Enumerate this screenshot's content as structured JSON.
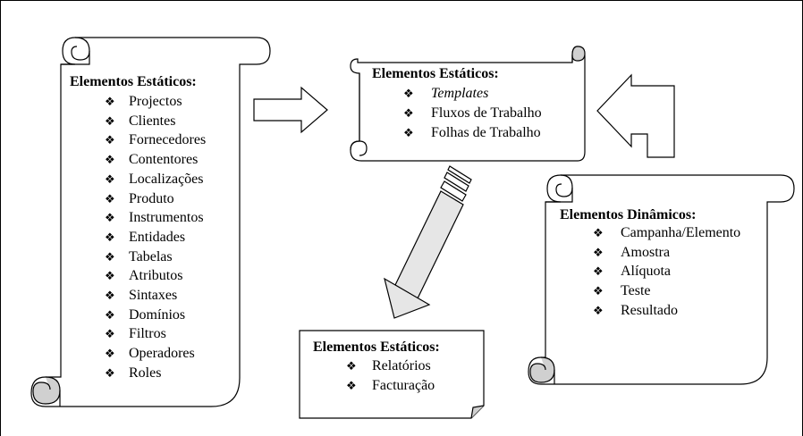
{
  "scroll_left": {
    "title": "Elementos Estáticos:",
    "items": [
      "Projectos",
      "Clientes",
      "Fornecedores",
      "Contentores",
      "Localizações",
      "Produto",
      "Instrumentos",
      "Entidades",
      "Tabelas",
      "Atributos",
      "Sintaxes",
      "Domínios",
      "Filtros",
      "Operadores",
      "Roles"
    ]
  },
  "scroll_top": {
    "title": "Elementos Estáticos:",
    "items": [
      "Templates",
      "Fluxos de Trabalho",
      "Folhas de Trabalho"
    ]
  },
  "scroll_right": {
    "title": "Elementos Dinâmicos:",
    "items": [
      "Campanha/Elemento",
      "Amostra",
      "Alíquota",
      "Teste",
      "Resultado"
    ]
  },
  "document_bottom": {
    "title": "Elementos Estáticos:",
    "items": [
      "Relatórios",
      "Facturação"
    ]
  },
  "bullet_glyph": "❖",
  "colors": {
    "stroke": "#000000",
    "curl_fill": "#d0d0d0",
    "arrow_fill": "#e6e6e6",
    "paper": "#ffffff"
  }
}
